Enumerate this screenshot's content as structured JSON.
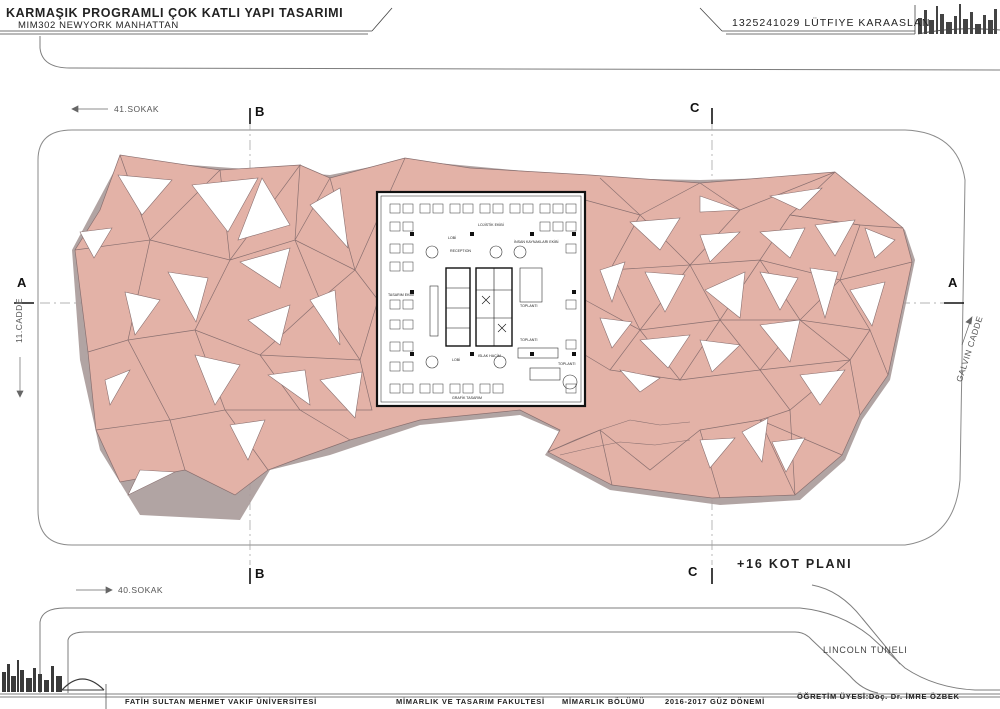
{
  "header": {
    "title": "KARMAŞIK PROGRAMLI ÇOK KATLI YAPI TASARIMI",
    "subtitle": "MIM302 NEWYORK MANHATTAN",
    "author": "1325241029 LÜTFIYE KARAASLAN"
  },
  "streets": {
    "top": "41.SOKAK",
    "bottom": "40.SOKAK",
    "left": "11.CADDE",
    "right": "GALVIN CADDE",
    "tunnel": "LINCOLN TUNELI"
  },
  "sections": {
    "a": "A",
    "b": "B",
    "c": "C"
  },
  "plan_title": "+16 KOT PLANI",
  "room_labels": [
    "LOBİ",
    "RECEPTION",
    "LOJİSTİK EKİBİ",
    "İNSAN KAYNAKLARI EKİBİ",
    "TASARIM EKİBİ",
    "TOPLANTI",
    "TOPLANTI",
    "LOBİ",
    "ISLAK HACİM",
    "GRAFİK TASARIM",
    "TOPLANTI"
  ],
  "footer": {
    "university": "FATİH SULTAN MEHMET VAKIF ÜNİVERSİTESİ",
    "faculty": "MİMARLIK VE TASARIM FAKULTESİ",
    "department": "MİMARLIK BÖLÜMÜ",
    "term": "2016-2017 GÜZ DÖNEMİ",
    "instructor": "ÖĞRETİM ÜYESİ:Doç. Dr. İMRE ÖZBEK"
  },
  "colors": {
    "facade": "#e3b2a7",
    "facade_dark": "#c59a93",
    "shadow": "#a99a99",
    "line": "#9a9a9a"
  }
}
